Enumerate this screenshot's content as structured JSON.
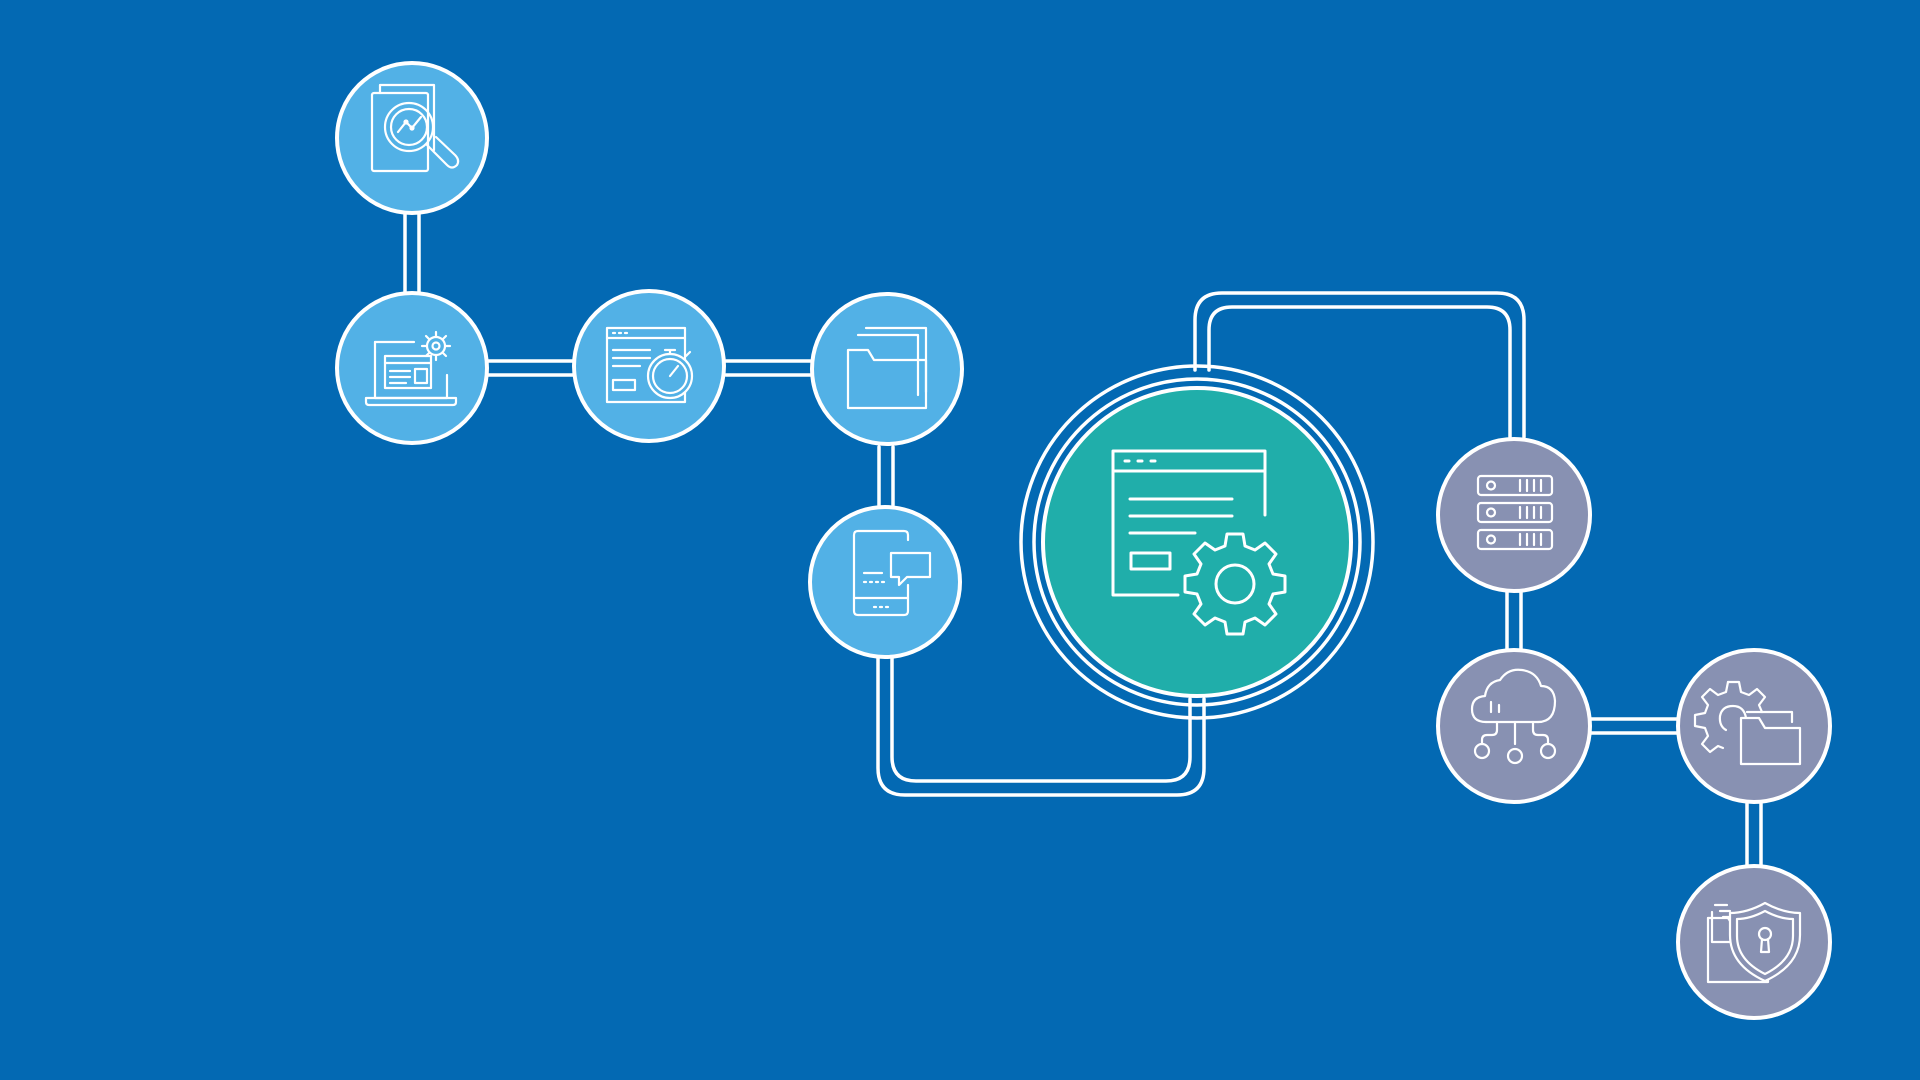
{
  "colors": {
    "background": "#0369b3",
    "line": "#ffffff",
    "blue_node": "#52b1e6",
    "gray_node": "#8891b2",
    "hub_node": "#20aeaa"
  },
  "nodes": [
    {
      "id": "analytics",
      "icon": "document-search-analytics-icon",
      "group": "blue"
    },
    {
      "id": "laptop-settings",
      "icon": "laptop-gear-icon",
      "group": "blue"
    },
    {
      "id": "web-timer",
      "icon": "browser-stopwatch-icon",
      "group": "blue"
    },
    {
      "id": "folders",
      "icon": "folders-icon",
      "group": "blue"
    },
    {
      "id": "mobile-chat",
      "icon": "mobile-chat-icon",
      "group": "blue"
    },
    {
      "id": "app-settings-hub",
      "icon": "browser-gear-icon",
      "group": "hub"
    },
    {
      "id": "servers",
      "icon": "server-rack-icon",
      "group": "gray"
    },
    {
      "id": "cloud-network",
      "icon": "cloud-network-icon",
      "group": "gray"
    },
    {
      "id": "folder-settings",
      "icon": "gear-folder-icon",
      "group": "gray"
    },
    {
      "id": "secure-files",
      "icon": "shield-lock-folder-icon",
      "group": "gray"
    }
  ]
}
